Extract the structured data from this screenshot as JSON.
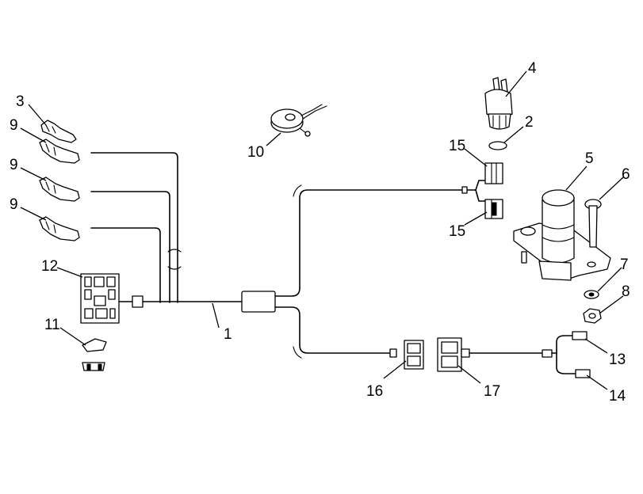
{
  "parts": [
    {
      "id": "part-1",
      "label": "1"
    },
    {
      "id": "part-2",
      "label": "2"
    },
    {
      "id": "part-3",
      "label": "3"
    },
    {
      "id": "part-4",
      "label": "4"
    },
    {
      "id": "part-5",
      "label": "5"
    },
    {
      "id": "part-6",
      "label": "6"
    },
    {
      "id": "part-7",
      "label": "7"
    },
    {
      "id": "part-8",
      "label": "8"
    },
    {
      "id": "part-9a",
      "label": "9"
    },
    {
      "id": "part-9b",
      "label": "9"
    },
    {
      "id": "part-9c",
      "label": "9"
    },
    {
      "id": "part-10",
      "label": "10"
    },
    {
      "id": "part-11",
      "label": "11"
    },
    {
      "id": "part-12",
      "label": "12"
    },
    {
      "id": "part-13",
      "label": "13"
    },
    {
      "id": "part-14",
      "label": "14"
    },
    {
      "id": "part-15a",
      "label": "15"
    },
    {
      "id": "part-15b",
      "label": "15"
    },
    {
      "id": "part-16",
      "label": "16"
    },
    {
      "id": "part-17",
      "label": "17"
    }
  ]
}
